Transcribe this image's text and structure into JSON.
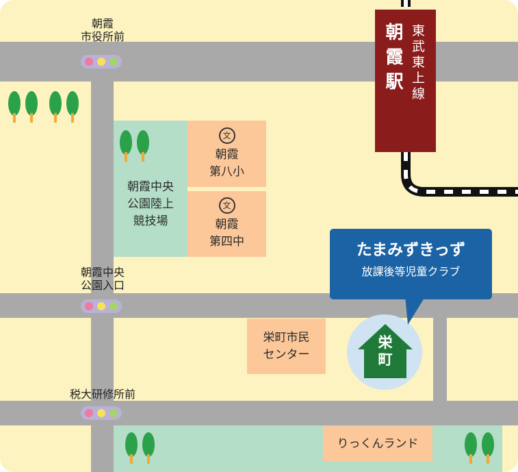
{
  "colors": {
    "land": "#fdf3c0",
    "road": "#a9a9aa",
    "park": "#b4dec8",
    "school": "#fcc89a",
    "station": "#8b1c1c",
    "bubble": "#1c63a6",
    "house": "#1f7a3a",
    "tree": "#2ba14a",
    "signal_red": "#f27aa0",
    "signal_yellow": "#fbe05a",
    "signal_green": "#a6d36a"
  },
  "station": {
    "name": "朝霞駅",
    "line": "東武東上線"
  },
  "intersections": {
    "city_hall": "朝霞\n市役所前",
    "central_park": "朝霞中央\n公園入口",
    "tax_college": "税大研修所前"
  },
  "areas": {
    "park": "朝霞中央\n公園陸上\n競技場",
    "school_1_mark": "文",
    "school_1": "朝霞\n第八小",
    "school_2_mark": "文",
    "school_2": "朝霞\n第四中",
    "civic_center": "栄町市民\nセンター",
    "rickun_land": "りっくんランド"
  },
  "callout": {
    "title": "たまみずきっず",
    "subtitle": "放課後等児童クラブ"
  },
  "location_marker": {
    "label": "栄\n町"
  }
}
